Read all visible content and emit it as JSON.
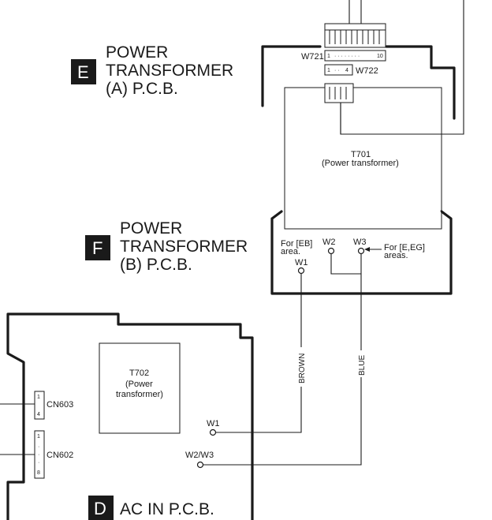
{
  "boards": {
    "e": {
      "letter": "E",
      "title_lines": [
        "POWER",
        "TRANSFORMER",
        "(A) P.C.B."
      ]
    },
    "f": {
      "letter": "F",
      "title_lines": [
        "POWER",
        "TRANSFORMER",
        "(B) P.C.B."
      ]
    },
    "d": {
      "letter": "D",
      "title": "AC IN P.C.B."
    }
  },
  "connectors": {
    "w721": {
      "label": "W721",
      "pin_start": "1",
      "pin_end": "10"
    },
    "w722": {
      "label": "W722",
      "pin_start": "1",
      "pin_end": "4"
    },
    "cn603": {
      "label": "CN603",
      "pin_start": "1",
      "pin_end": "4"
    },
    "cn602": {
      "label": "CN602",
      "pin_start": "1",
      "pin_end": "8"
    }
  },
  "transformers": {
    "t701": {
      "name": "T701",
      "desc_lines": [
        "(Power transformer)"
      ]
    },
    "t702": {
      "name": "T702",
      "desc_lines": [
        "(Power",
        "transformer)"
      ]
    }
  },
  "terminals": {
    "f_w1": "W1",
    "f_w2": "W2",
    "f_w3": "W3",
    "d_w1": "W1",
    "d_w2w3": "W2/W3"
  },
  "notes": {
    "eb": [
      "For [EB]",
      "area."
    ],
    "eeg": [
      "For [E,EG]",
      "areas."
    ]
  },
  "wires": {
    "brown": "BROWN",
    "blue": "BLUE"
  }
}
